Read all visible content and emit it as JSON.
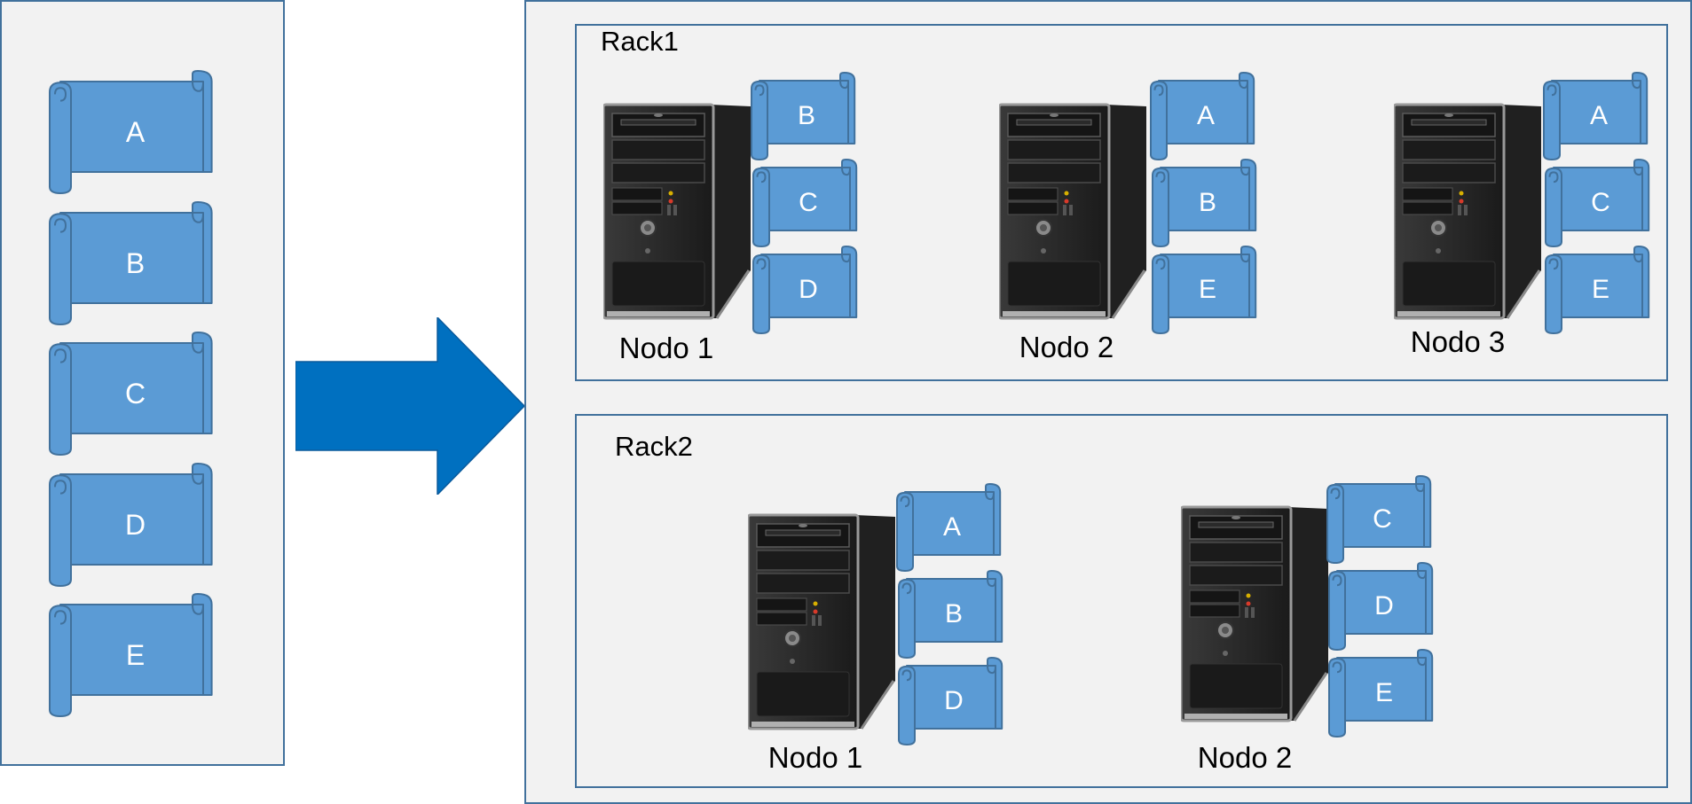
{
  "colors": {
    "scroll_fill": "#5b9bd5",
    "scroll_stroke": "#41719c",
    "arrow_fill": "#0070c0",
    "panel_bg": "#f2f2f2"
  },
  "source": {
    "blocks": [
      "A",
      "B",
      "C",
      "D",
      "E"
    ]
  },
  "racks": [
    {
      "label": "Rack1",
      "nodes": [
        {
          "label": "Nodo 1",
          "blocks": [
            "B",
            "C",
            "D"
          ]
        },
        {
          "label": "Nodo 2",
          "blocks": [
            "A",
            "B",
            "E"
          ]
        },
        {
          "label": "Nodo 3",
          "blocks": [
            "A",
            "C",
            "E"
          ]
        }
      ]
    },
    {
      "label": "Rack2",
      "nodes": [
        {
          "label": "Nodo 1",
          "blocks": [
            "A",
            "B",
            "D"
          ]
        },
        {
          "label": "Nodo 2",
          "blocks": [
            "C",
            "D",
            "E"
          ]
        }
      ]
    }
  ],
  "icons": {
    "arrow": "right-arrow-icon",
    "server": "server-tower-icon",
    "block": "scroll-block-icon"
  }
}
